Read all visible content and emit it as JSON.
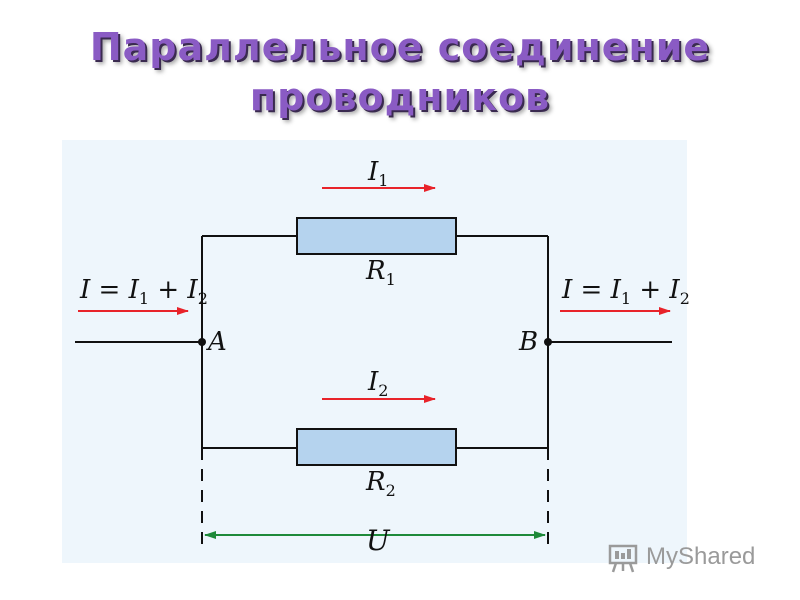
{
  "title": {
    "line1": "Параллельное соединение",
    "line2": "проводников"
  },
  "diagram": {
    "current_total_left": {
      "lhs": "I",
      "eq": " = ",
      "i1": "I",
      "sub1": "1",
      "plus": " + ",
      "i2": "I",
      "sub2": "2"
    },
    "current_total_right": {
      "lhs": "I",
      "eq": " = ",
      "i1": "I",
      "sub1": "1",
      "plus": " + ",
      "i2": "I",
      "sub2": "2"
    },
    "branch1_current": {
      "symbol": "I",
      "sub": "1"
    },
    "branch2_current": {
      "symbol": "I",
      "sub": "2"
    },
    "resistor1": {
      "symbol": "R",
      "sub": "1"
    },
    "resistor2": {
      "symbol": "R",
      "sub": "2"
    },
    "node_a": "A",
    "node_b": "B",
    "voltage": "U",
    "colors": {
      "wire": "#111111",
      "resistor_fill": "#b5d3ee",
      "current_arrow": "#e8232a",
      "voltage_arrow": "#1e8a3a",
      "panel": "#eef6fc"
    }
  },
  "watermark": {
    "icon": "presentation-board-icon",
    "text": "MyShared"
  }
}
